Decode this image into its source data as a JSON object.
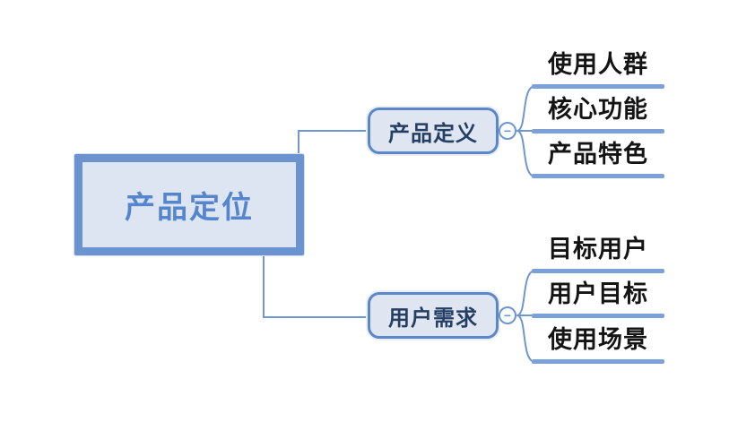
{
  "diagram": {
    "type": "mindmap",
    "root": {
      "label": "产品定位"
    },
    "branches": [
      {
        "label": "产品定义",
        "collapse_icon": "−",
        "children": [
          {
            "label": "使用人群"
          },
          {
            "label": "核心功能"
          },
          {
            "label": "产品特色"
          }
        ]
      },
      {
        "label": "用户需求",
        "collapse_icon": "−",
        "children": [
          {
            "label": "目标用户"
          },
          {
            "label": "用户目标"
          },
          {
            "label": "使用场景"
          }
        ]
      }
    ],
    "colors": {
      "background": "#FFFFFF",
      "connector": "#6E96D2",
      "leaf_underline": "#7CA1D9",
      "root_border": "#6B93CF",
      "root_fill": "#DEE5F2",
      "root_text": "#5585CC",
      "branch_border": "#5B87C8",
      "branch_fill": "#DFE5F1",
      "branch_text": "#253E63",
      "leaf_text": "#141414"
    }
  }
}
